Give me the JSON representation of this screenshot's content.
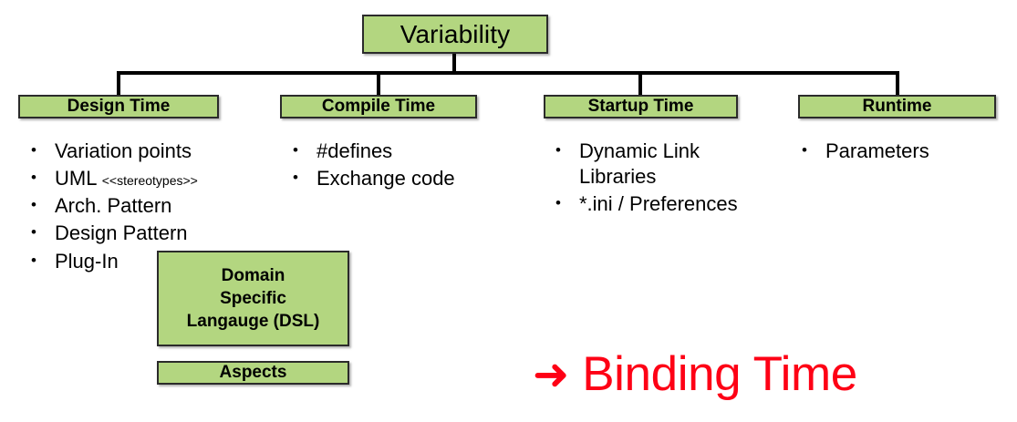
{
  "diagram": {
    "root": {
      "label": "Variability"
    },
    "categories": [
      {
        "label": "Design Time"
      },
      {
        "label": "Compile Time"
      },
      {
        "label": "Startup Time"
      },
      {
        "label": "Runtime"
      }
    ],
    "bullet_groups": [
      {
        "owner": "Design Time",
        "items": [
          {
            "text": "Variation points",
            "suffix": ""
          },
          {
            "text": "UML ",
            "suffix": "<<stereotypes>>"
          },
          {
            "text": "Arch. Pattern",
            "suffix": ""
          },
          {
            "text": "Design Pattern",
            "suffix": ""
          },
          {
            "text": "Plug-In",
            "suffix": ""
          }
        ]
      },
      {
        "owner": "Compile Time",
        "items": [
          {
            "text": "#defines",
            "suffix": ""
          },
          {
            "text": "Exchange code",
            "suffix": ""
          }
        ]
      },
      {
        "owner": "Startup Time",
        "items": [
          {
            "text": "Dynamic Link Libraries",
            "suffix": ""
          },
          {
            "text": "*.ini / Preferences",
            "suffix": ""
          }
        ]
      },
      {
        "owner": "Runtime",
        "items": [
          {
            "text": "Parameters",
            "suffix": ""
          }
        ]
      }
    ],
    "extra_boxes": {
      "dsl": {
        "line1": "Domain",
        "line2": "Specific",
        "line3": "Langauge (DSL)"
      },
      "aspects": {
        "label": "Aspects"
      }
    },
    "callout": {
      "arrow": "➜",
      "label": "Binding Time"
    },
    "bullet_glyph": "•",
    "colors": {
      "box_fill": "#b3d680",
      "box_border": "#2b2b2b",
      "connector": "#000000",
      "callout": "#fe0015",
      "text": "#000000"
    }
  }
}
